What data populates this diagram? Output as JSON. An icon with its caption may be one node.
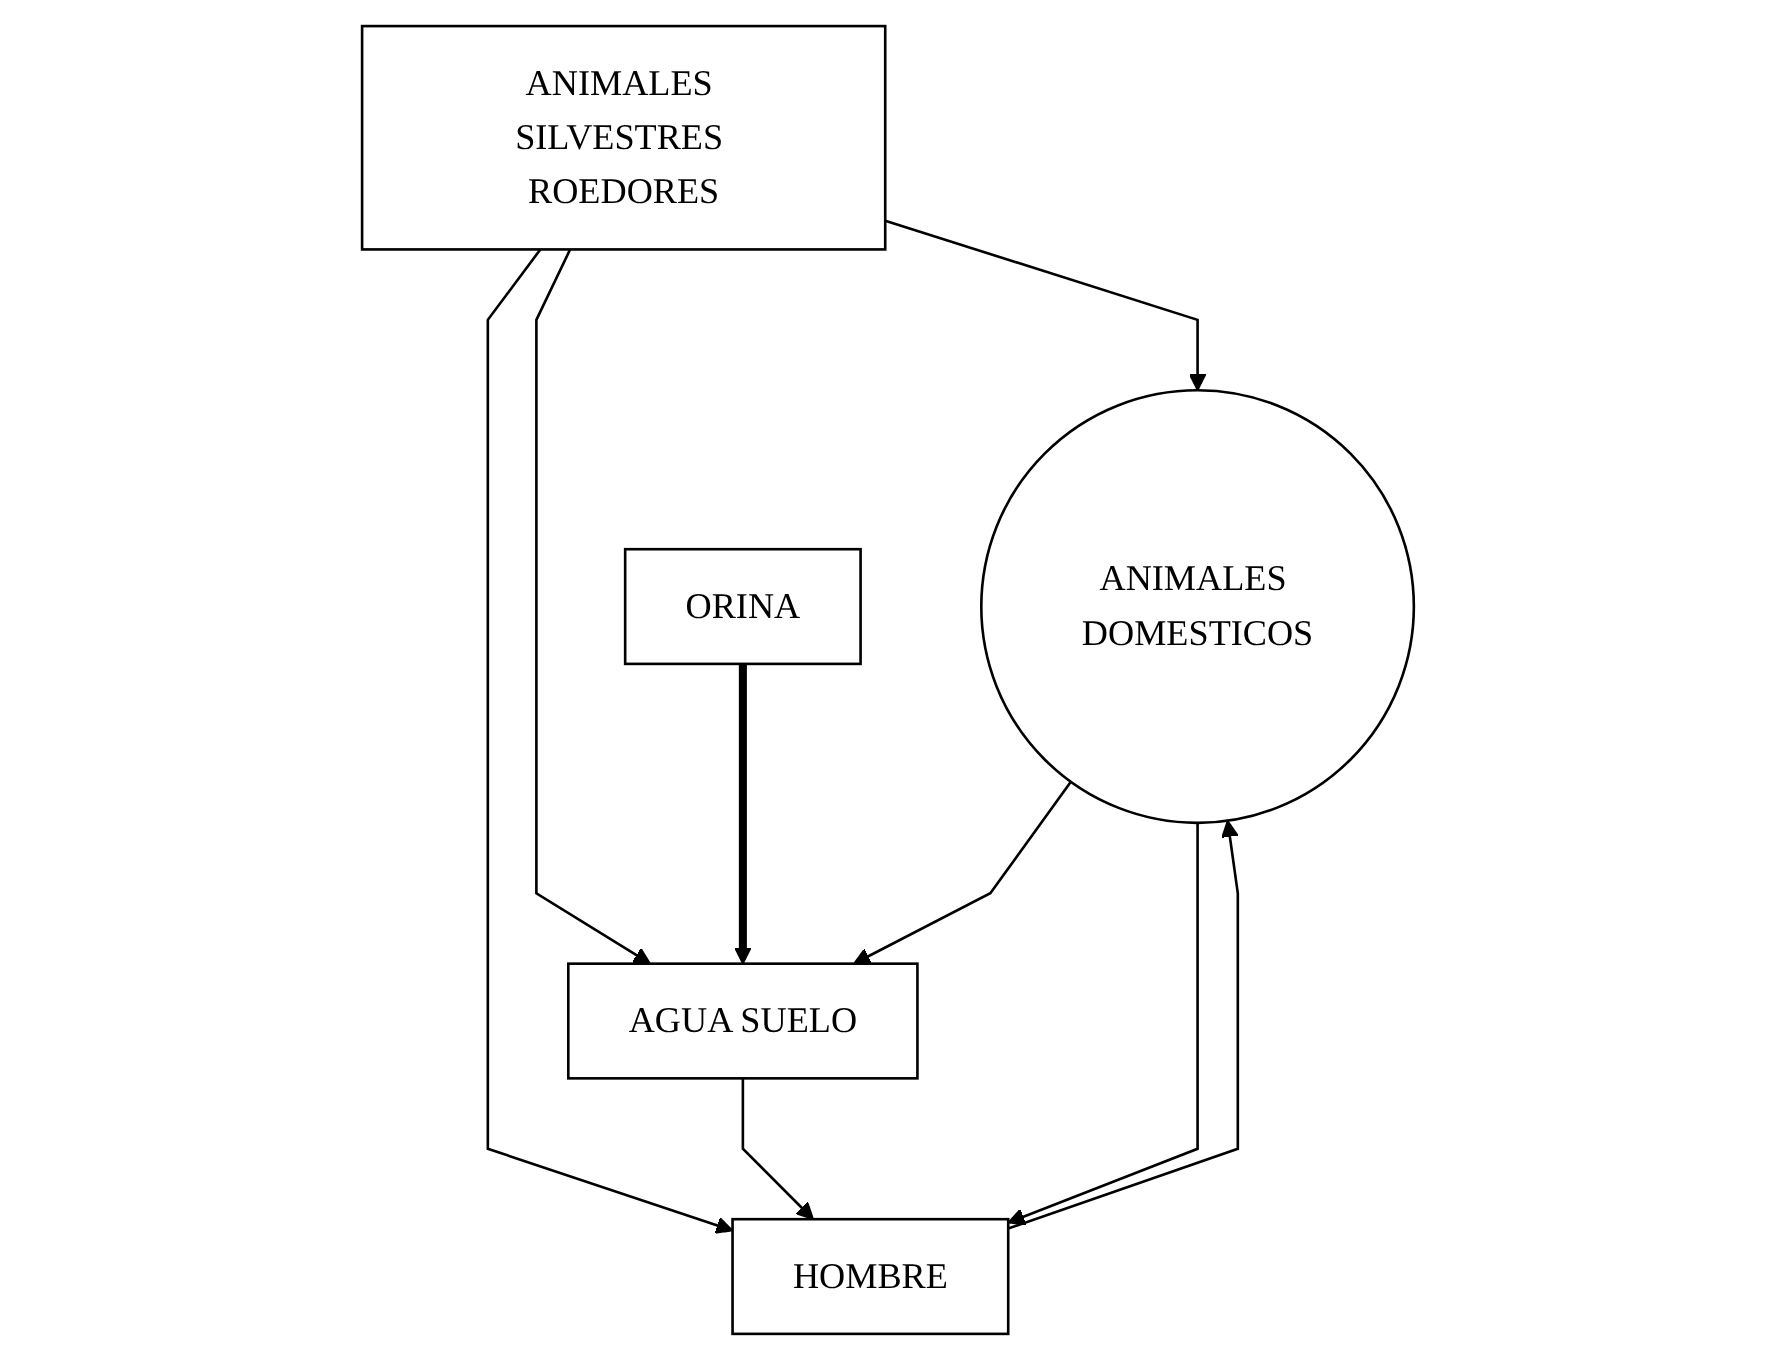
{
  "diagram": {
    "nodes": [
      {
        "text": [
          "ANIMALES SILVESTRES ROEDORES"
        ]
      },
      {
        "text": [
          "ANIMALES DOMESTICOS"
        ]
      },
      {
        "text": [
          "ORINA"
        ]
      },
      {
        "text": [
          "AGUA SUELO"
        ]
      },
      {
        "text": [
          "HOMBRE"
        ]
      }
    ],
    "edges": [
      {
        "from": 0,
        "to": 1,
        "arrow": "to"
      },
      {
        "from": 0,
        "to": 3,
        "arrow": "to"
      },
      {
        "from": 0,
        "to": 4,
        "arrow": "to"
      },
      {
        "from": 2,
        "to": 3,
        "arrow": "to",
        "style": "thick"
      },
      {
        "from": 1,
        "to": 3,
        "arrow": "to"
      },
      {
        "from": 3,
        "to": 4,
        "arrow": "to"
      },
      {
        "from": 1,
        "to": 4,
        "arrow": "to"
      },
      {
        "from": 4,
        "to": 1,
        "arrow": "to"
      }
    ]
  }
}
